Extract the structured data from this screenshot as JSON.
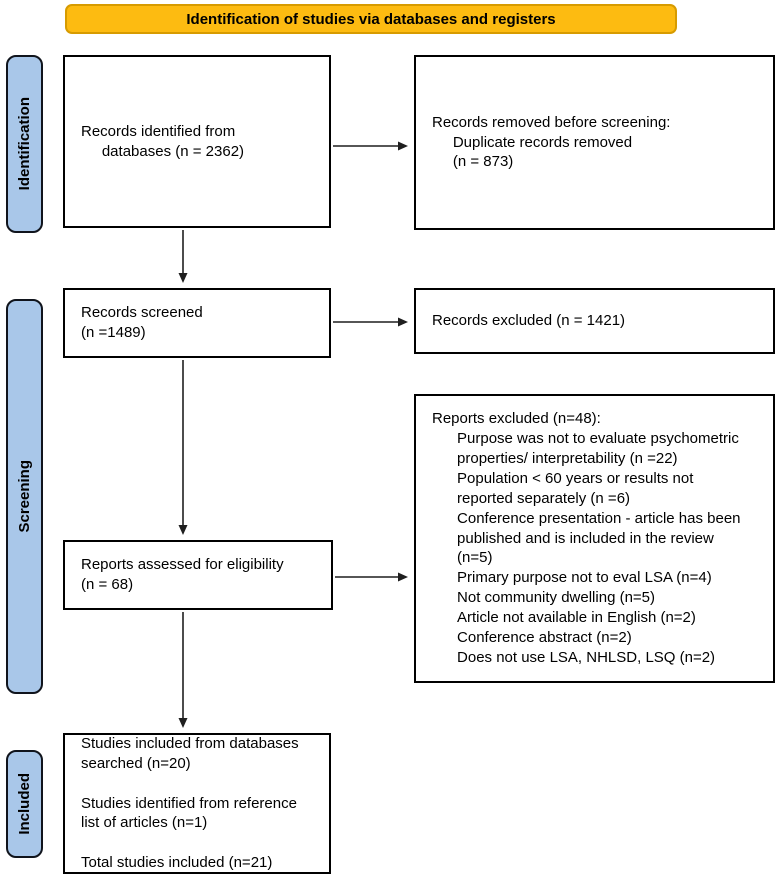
{
  "banner": {
    "label": "Identification of studies via databases and registers"
  },
  "colors": {
    "banner_bg": "#FDBB11",
    "banner_border": "#D79B00",
    "sidebar_bg": "#A9C7E9",
    "sidebar_border": "#10141c",
    "box_border": "#000000",
    "arrow": "#1f1f1f",
    "text": "#000000"
  },
  "sidebar": {
    "identification_label": "Identification",
    "screening_label": "Screening",
    "included_label": "Included"
  },
  "boxes": {
    "records_identified": "Records identified from\n     databases (n = 2362)",
    "records_removed": "Records removed before screening:\n     Duplicate records removed\n     (n = 873)",
    "records_screened": "Records screened\n(n =1489)",
    "records_excluded": "Records excluded (n = 1421)",
    "reports_assessed": "Reports assessed for eligibility\n(n = 68)",
    "reports_excluded": "Reports excluded (n=48):\n      Purpose was not to evaluate psychometric\n      properties/ interpretability (n =22)\n      Population < 60 years or results not\n      reported separately (n =6)\n      Conference presentation - article has been\n      published and is included in the review\n      (n=5)\n      Primary purpose not to eval LSA (n=4)\n      Not community dwelling (n=5)\n      Article not available in English (n=2)\n      Conference abstract (n=2)\n      Does not use LSA, NHLSD, LSQ (n=2)",
    "studies_included": "Studies included from databases\nsearched (n=20)\n\nStudies identified from reference\nlist of articles (n=1)\n\nTotal studies included (n=21)"
  }
}
